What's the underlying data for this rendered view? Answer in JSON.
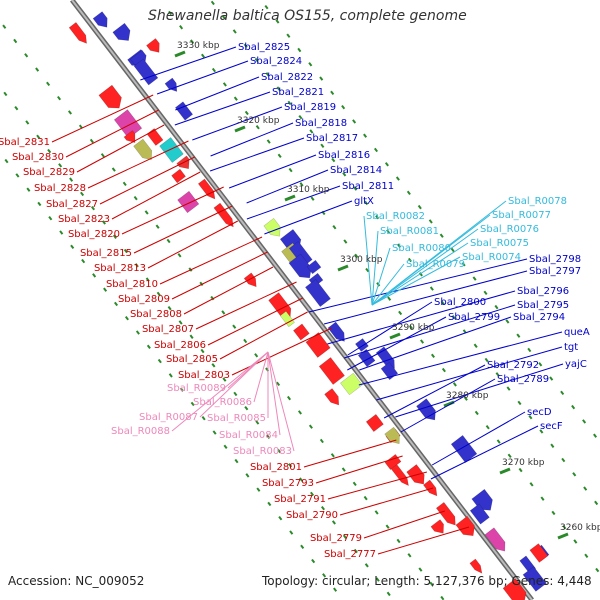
{
  "title": "Shewanella baltica OS155, complete genome",
  "footer": {
    "accession": "Accession: NC_009052",
    "summary": "Topology: circular; Length: 5,127,376 bp; Genes: 4,448"
  },
  "colors": {
    "forward_label": "#0000cc",
    "reverse_label": "#cc0000",
    "trna_forward_label": "#33bbdd",
    "trna_reverse_label": "#ee88bb",
    "backbone": "#888888",
    "tick": "#2a8a2a"
  },
  "kbp_marks": [
    {
      "kbp": 3330,
      "text": "3330 kbp"
    },
    {
      "kbp": 3320,
      "text": "3320 kbp"
    },
    {
      "kbp": 3310,
      "text": "3310 kbp"
    },
    {
      "kbp": 3300,
      "text": "3300 kbp"
    },
    {
      "kbp": 3290,
      "text": "3290 kbp"
    },
    {
      "kbp": 3280,
      "text": "3280 kbp"
    },
    {
      "kbp": 3270,
      "text": "3270 kbp"
    },
    {
      "kbp": 3260,
      "text": "3260 kbp"
    }
  ],
  "forward_labels": [
    "Sbal_2825",
    "Sbal_2824",
    "Sbal_2822",
    "Sbal_2821",
    "Sbal_2819",
    "Sbal_2818",
    "Sbal_2817",
    "Sbal_2816",
    "Sbal_2814",
    "Sbal_2811",
    "gltX",
    "Sbal_2800",
    "Sbal_2799",
    "Sbal_2798",
    "Sbal_2797",
    "Sbal_2796",
    "Sbal_2795",
    "Sbal_2794",
    "queA",
    "tgt",
    "yajC",
    "Sbal_2792",
    "Sbal_2789",
    "secD",
    "secF"
  ],
  "trna_forward_labels": [
    "Sbal_R0078",
    "Sbal_R0077",
    "Sbal_R0082",
    "Sbal_R0076",
    "Sbal_R0081",
    "Sbal_R0075",
    "Sbal_R0080",
    "Sbal_R0074",
    "Sbal_R0079"
  ],
  "reverse_labels": [
    "Sbal_2831",
    "Sbal_2830",
    "Sbal_2829",
    "Sbal_2828",
    "Sbal_2827",
    "Sbal_2823",
    "Sbal_2820",
    "Sbal_2815",
    "Sbal_2813",
    "Sbal_2810",
    "Sbal_2809",
    "Sbal_2808",
    "Sbal_2807",
    "Sbal_2806",
    "Sbal_2805",
    "Sbal_2803",
    "Sbal_2801",
    "Sbal_2793",
    "Sbal_2791",
    "Sbal_2790",
    "Sbal_2779",
    "Sbal_2777"
  ],
  "trna_reverse_labels": [
    "Sbal_R0089",
    "Sbal_R0086",
    "Sbal_R0087",
    "Sbal_R0088",
    "Sbal_R0085",
    "Sbal_R0084",
    "Sbal_R0083"
  ]
}
